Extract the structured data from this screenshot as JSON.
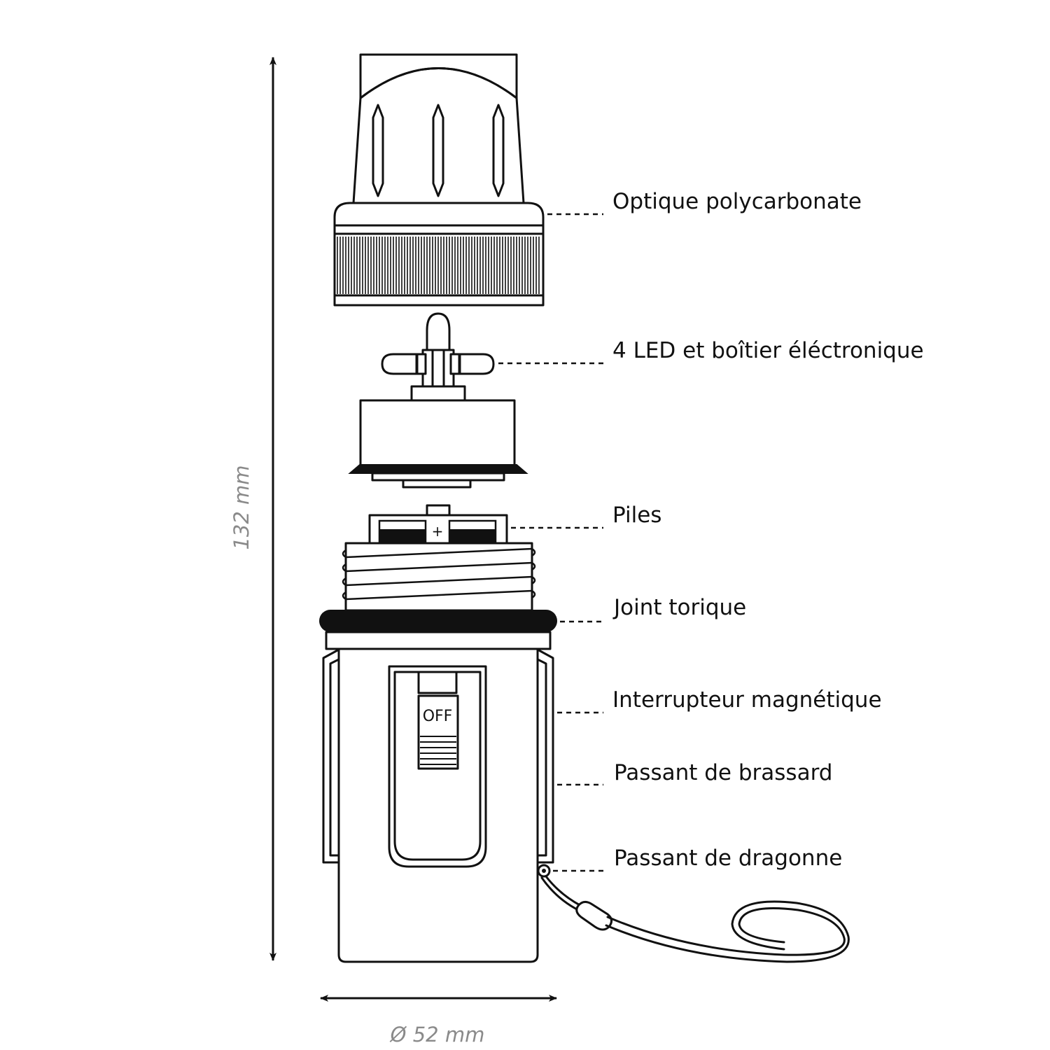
{
  "labels": {
    "optic": "Optique polycarbonate",
    "led": "4 LED et boîtier éléctronique",
    "batteries": "Piles",
    "oring": "Joint torique",
    "switch": "Interrupteur magnétique",
    "armband": "Passant de brassard",
    "lanyard": "Passant de dragonne"
  },
  "dimensions": {
    "height": "132 mm",
    "diameter": "Ø 52 mm"
  },
  "markings": {
    "switch_state": "OFF",
    "battery_polarity": "+"
  }
}
